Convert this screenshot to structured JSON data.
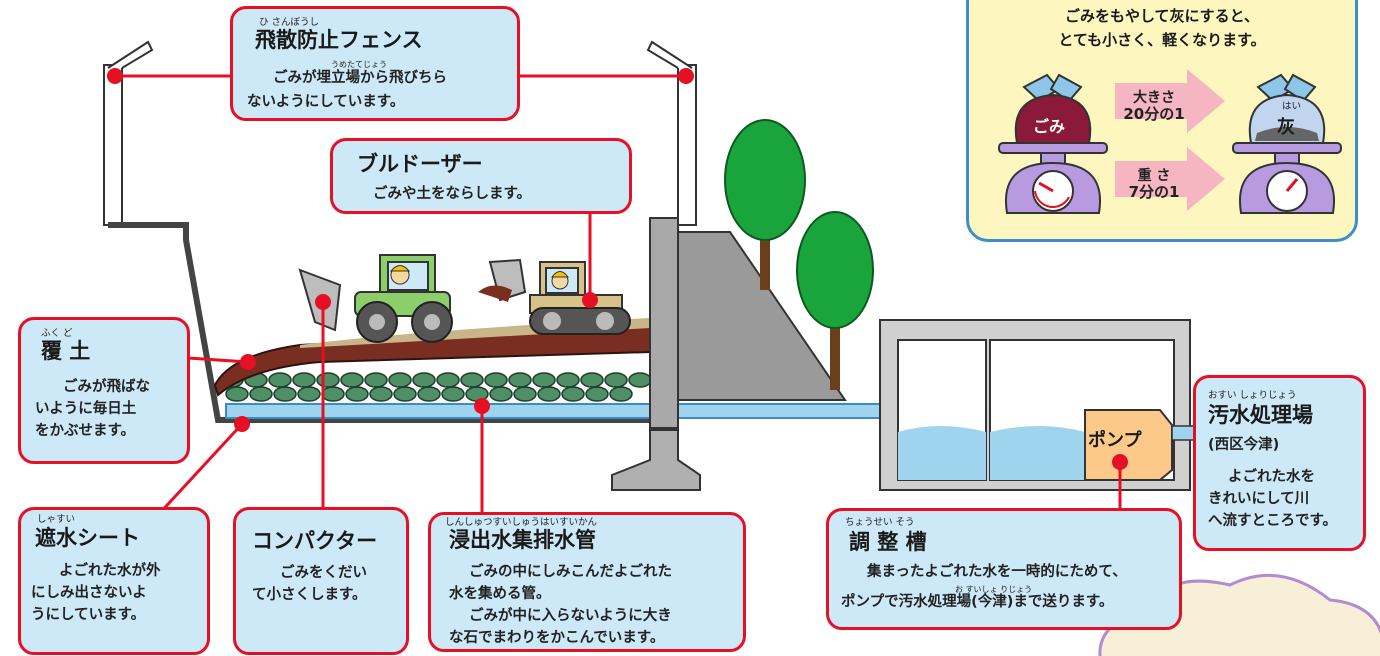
{
  "fence": {
    "ruby": "ひ さんぼうし",
    "title": "飛散防止フェンス",
    "body_ruby": "うめたてじょう",
    "line1": "ごみが埋立場から飛びちら",
    "line2": "ないようにしています。"
  },
  "bulldozer": {
    "title": "ブルドーザー",
    "line1": "ごみや土をならします。"
  },
  "cover_soil": {
    "ruby": "ふく ど",
    "title": "覆 土",
    "line1": "ごみが飛ばな",
    "line2": "いように毎日土",
    "line3": "をかぶせます。"
  },
  "sheet": {
    "ruby": "しゃすい",
    "title": "遮水シート",
    "line1": "よごれた水が外",
    "line2": "にしみ出さないよ",
    "line3": "うにしています。"
  },
  "compactor": {
    "title": "コンパクター",
    "line1": "ごみをくだい",
    "line2": "て小さくします。"
  },
  "leachate": {
    "ruby": "しんしゅつすいしゅうはいすいかん",
    "title": "浸出水集排水管",
    "line1": "ごみの中にしみこんだよごれた",
    "line2": "水を集める管。",
    "line3": "ごみが中に入らないように大き",
    "line4": "な石でまわりをかこんでいます。"
  },
  "tank": {
    "ruby": "ちょうせい そう",
    "title": "調 整 槽",
    "line1": "集まったよごれた水を一時的にためて、",
    "ruby2": "お すいしょ りじょう",
    "line2": "ポンプで汚水処理場(今津)まで送ります。"
  },
  "pump": {
    "label": "ポンプ"
  },
  "plant": {
    "ruby": "おすい しょりじょう",
    "title": "汚水処理場",
    "subtitle": "(西区今津)",
    "line1": "よごれた水を",
    "line2": "きれいにして川",
    "line3": "へ流すところです。"
  },
  "info": {
    "line1": "ごみをもやして灰にすると、",
    "line2": "とても小さく、軽くなります。",
    "garbage_label": "ごみ",
    "ash_ruby": "はい",
    "ash_label": "灰",
    "size_label": "大きさ",
    "size_value": "20分の1",
    "weight_label": "重 さ",
    "weight_value": "7分の1"
  },
  "colors": {
    "callout_border": "#e60f24",
    "callout_fill": "#cde9f7",
    "info_fill": "#fdf6bf",
    "info_border": "#3d8fcc",
    "soil": "#7a2e22",
    "stones": "#4f8f66",
    "water": "#9fd4ef",
    "pump": "#fcc98a",
    "tree": "#1aa53c"
  }
}
